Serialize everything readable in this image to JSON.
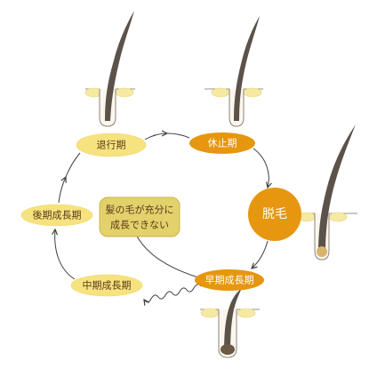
{
  "stages": {
    "regression": "退行期",
    "resting": "休止期",
    "shedding": "脱毛",
    "early_growth": "早期成長期",
    "mid_growth": "中期成長期",
    "late_growth": "後期成長期"
  },
  "note": {
    "line1": "髪の毛が充分に",
    "line2": "成長できない"
  },
  "colors": {
    "pale_label": "#f6e37f",
    "orange_label": "#e6960f",
    "note_fill": "#e3d16b",
    "note_border": "#c9b447",
    "arrow": "#3f3f3f"
  }
}
